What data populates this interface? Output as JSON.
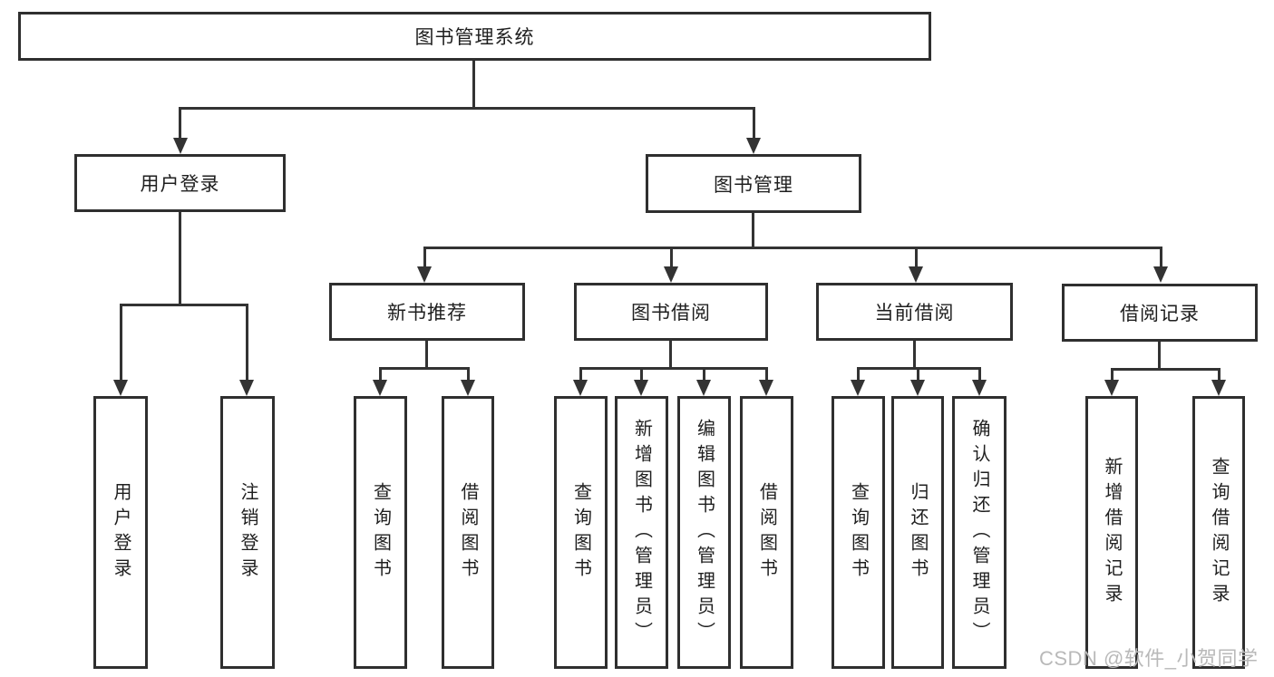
{
  "diagram": {
    "root": {
      "label": "图书管理系统"
    },
    "branches": [
      {
        "label": "用户登录",
        "children": [
          {
            "label": "用户登录"
          },
          {
            "label": "注销登录"
          }
        ]
      },
      {
        "label": "图书管理",
        "children": [
          {
            "label": "新书推荐",
            "children": [
              {
                "label": "查询图书"
              },
              {
                "label": "借阅图书"
              }
            ]
          },
          {
            "label": "图书借阅",
            "children": [
              {
                "label": "查询图书"
              },
              {
                "label": "新增图书（管理员）"
              },
              {
                "label": "编辑图书（管理员）"
              },
              {
                "label": "借阅图书"
              }
            ]
          },
          {
            "label": "当前借阅",
            "children": [
              {
                "label": "查询图书"
              },
              {
                "label": "归还图书"
              },
              {
                "label": "确认归还（管理员）"
              }
            ]
          },
          {
            "label": "借阅记录",
            "children": [
              {
                "label": "新增借阅记录"
              },
              {
                "label": "查询借阅记录"
              }
            ]
          }
        ]
      }
    ]
  },
  "watermark": {
    "text": "CSDN @软件_小贺同学"
  },
  "colors": {
    "line": "#333333",
    "box_border": "#2f2f2f",
    "text": "#1f1f1f",
    "watermark": "#b9b9b9",
    "background": "#ffffff"
  }
}
